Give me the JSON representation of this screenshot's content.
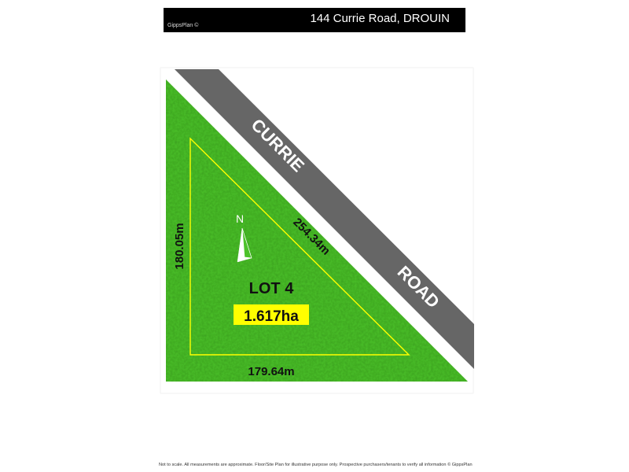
{
  "header": {
    "brand": "GippsPlan ©",
    "title": "144 Currie Road, DROUIN"
  },
  "plan": {
    "road_word_1": "CURRIE",
    "road_word_2": "ROAD",
    "lot_label": "LOT 4",
    "area": "1.617ha",
    "north_label": "N",
    "dimensions": {
      "west": "180.05m",
      "hypotenuse": "254.34m",
      "south": "179.64m"
    },
    "colors": {
      "grass": "#4cc22a",
      "road": "#666666",
      "boundary": "#ffff00",
      "area_badge": "#ffff00"
    }
  },
  "footer": {
    "disclaimer": "Not to scale. All measurements are approximate. Floor/Site Plan for illustrative purpose only. Prospective purchasers/tenants to verify all information © GippsPlan"
  }
}
